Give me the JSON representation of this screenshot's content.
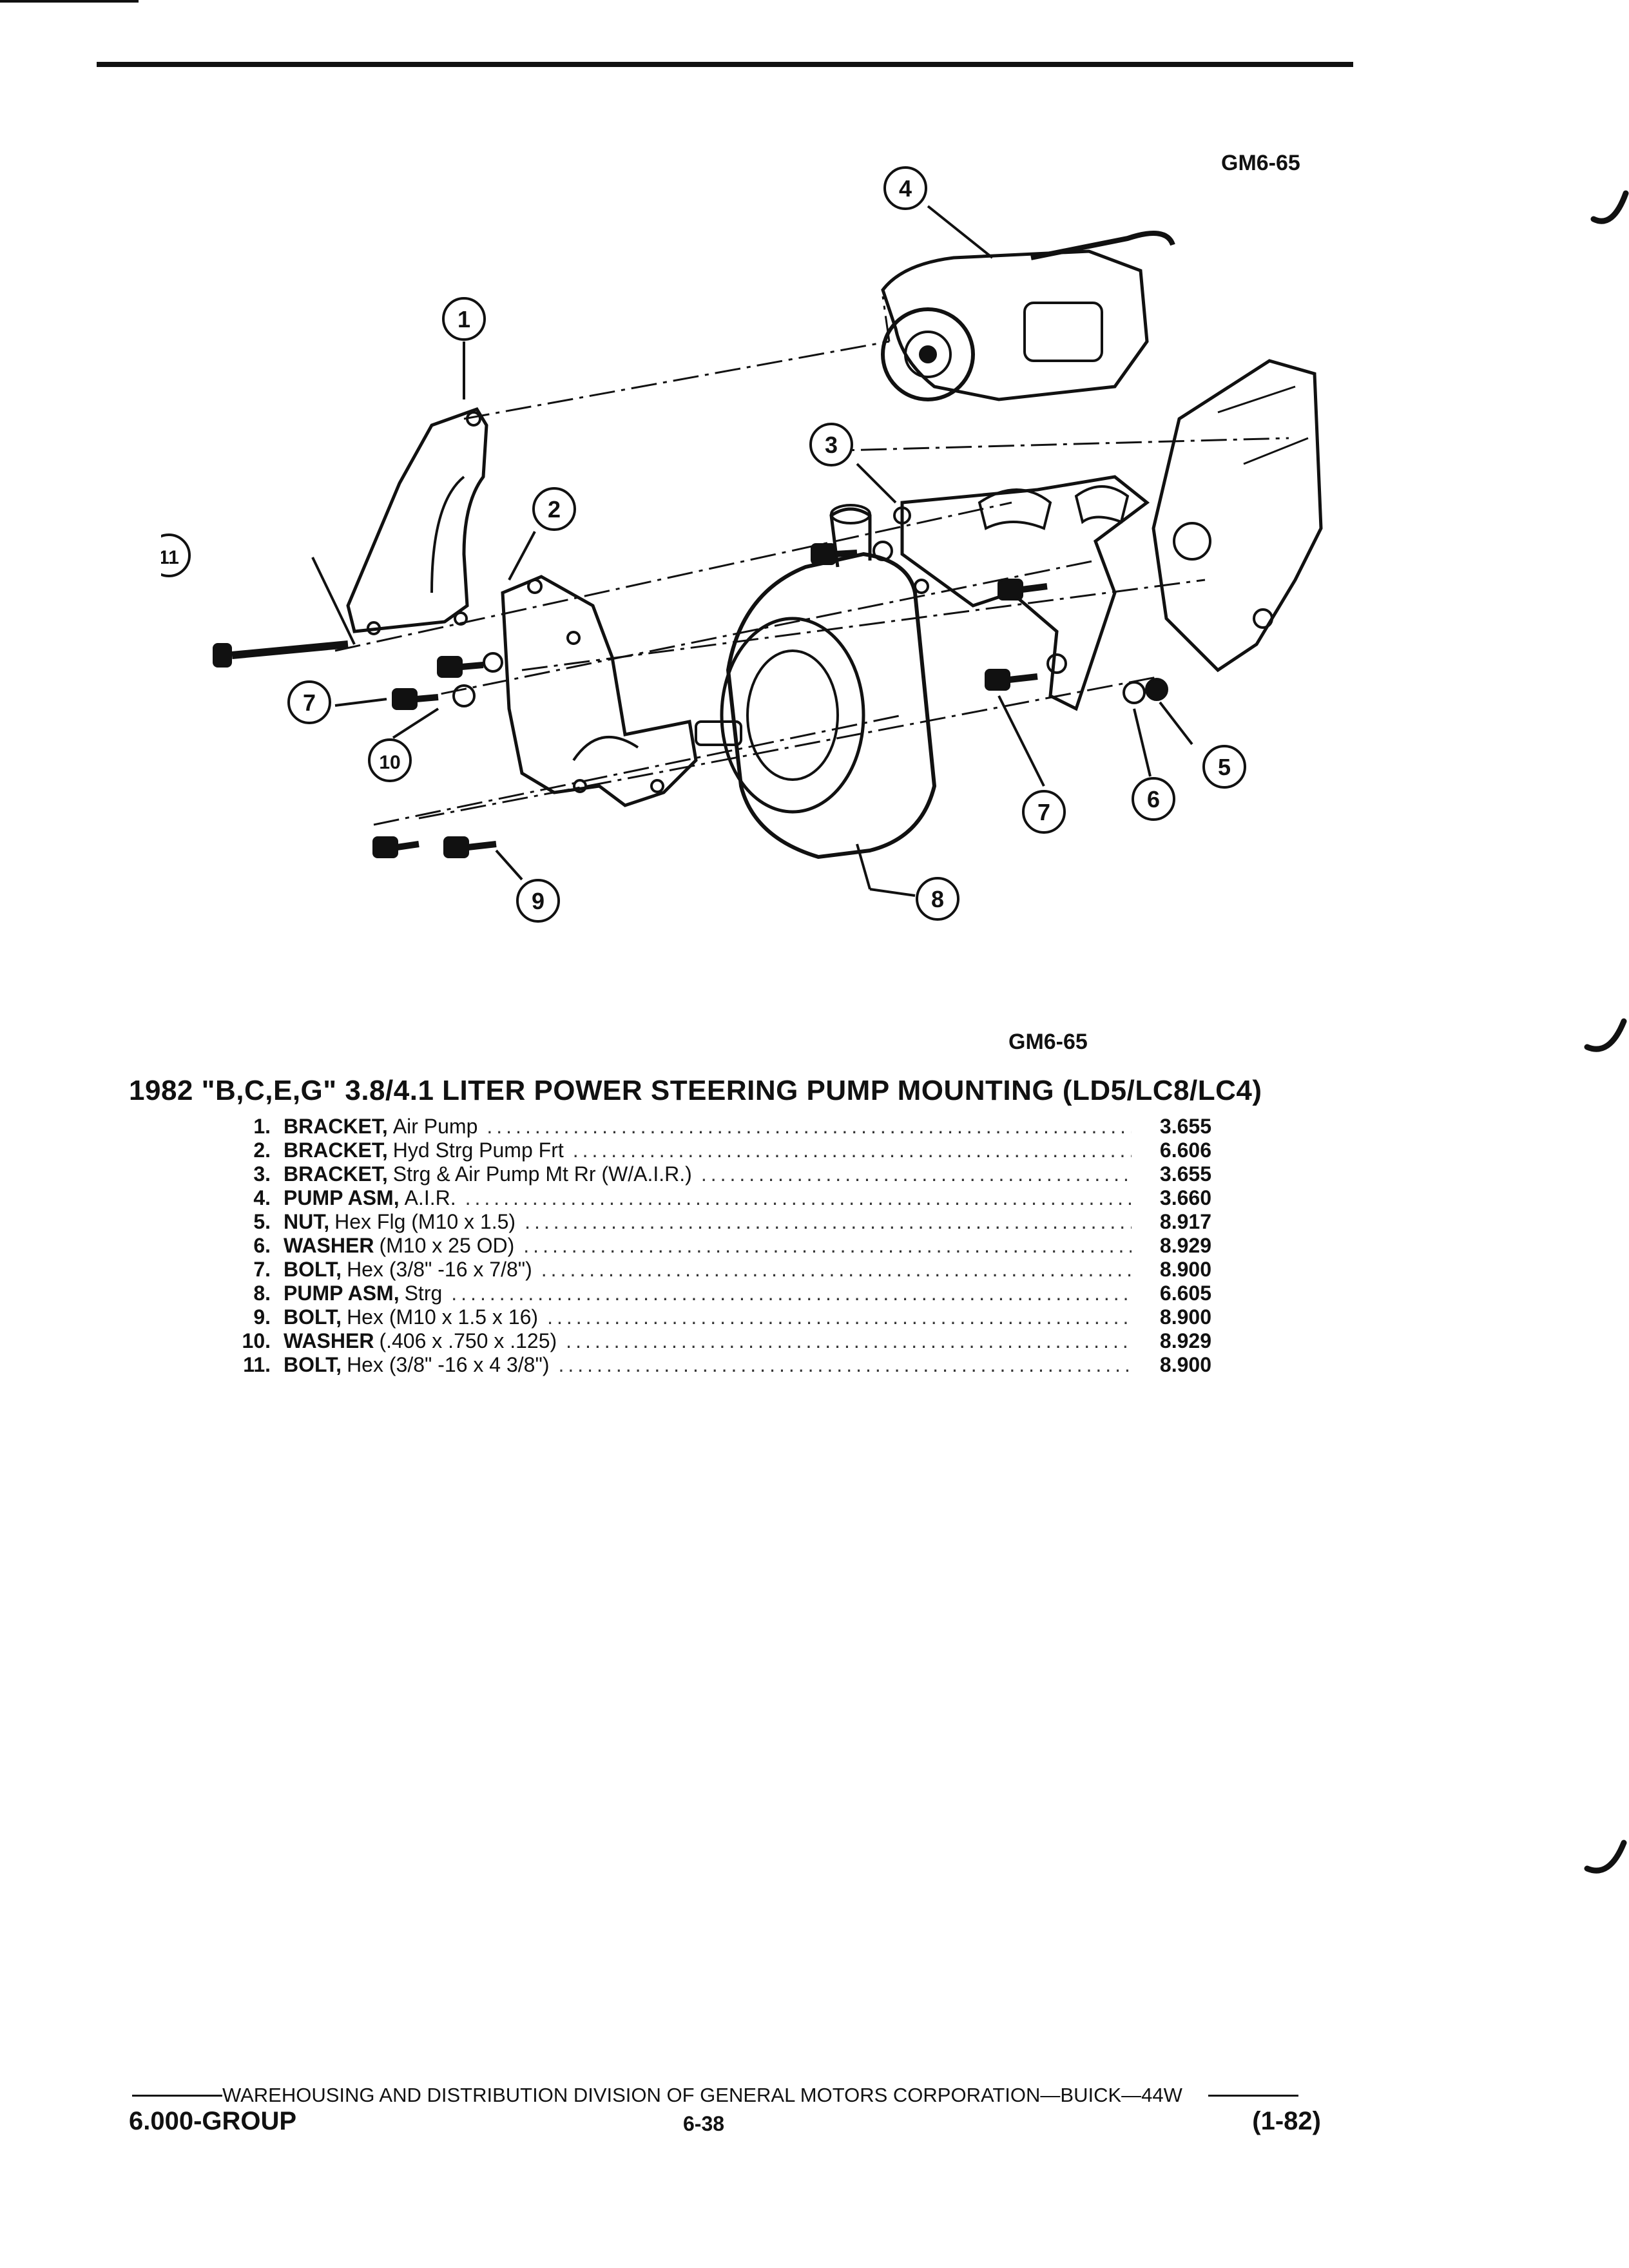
{
  "figure_code_top": "GM6-65",
  "figure_code_bottom": "GM6-65",
  "title": "1982 \"B,C,E,G\" 3.8/4.1 LITER POWER STEERING PUMP MOUNTING (LD5/LC8/LC4)",
  "callouts": [
    "1",
    "2",
    "3",
    "4",
    "5",
    "6",
    "7",
    "7",
    "8",
    "9",
    "10",
    "11"
  ],
  "parts": [
    {
      "num": "1.",
      "name": "BRACKET,",
      "desc": "Air Pump",
      "group": "3.655"
    },
    {
      "num": "2.",
      "name": "BRACKET,",
      "desc": "Hyd Strg Pump Frt",
      "group": "6.606"
    },
    {
      "num": "3.",
      "name": "BRACKET,",
      "desc": "Strg & Air Pump Mt Rr (W/A.I.R.)",
      "group": "3.655"
    },
    {
      "num": "4.",
      "name": "PUMP ASM,",
      "desc": "A.I.R.",
      "group": "3.660"
    },
    {
      "num": "5.",
      "name": "NUT,",
      "desc": "Hex Flg (M10 x 1.5)",
      "group": "8.917"
    },
    {
      "num": "6.",
      "name": "WASHER",
      "desc": "(M10 x 25 OD)",
      "group": "8.929"
    },
    {
      "num": "7.",
      "name": "BOLT,",
      "desc": "Hex (3/8\" -16 x 7/8\")",
      "group": "8.900"
    },
    {
      "num": "8.",
      "name": "PUMP ASM,",
      "desc": "Strg",
      "group": "6.605"
    },
    {
      "num": "9.",
      "name": "BOLT,",
      "desc": "Hex (M10 x 1.5 x 16)",
      "group": "8.900"
    },
    {
      "num": "10.",
      "name": "WASHER",
      "desc": "(.406 x .750 x .125)",
      "group": "8.929"
    },
    {
      "num": "11.",
      "name": "BOLT,",
      "desc": "Hex (3/8\" -16 x 4 3/8\")",
      "group": "8.900"
    }
  ],
  "footer": {
    "distribution": "WAREHOUSING AND DISTRIBUTION DIVISION OF GENERAL MOTORS CORPORATION—BUICK—44W",
    "group": "6.000-GROUP",
    "page": "6-38",
    "date": "(1-82)"
  }
}
